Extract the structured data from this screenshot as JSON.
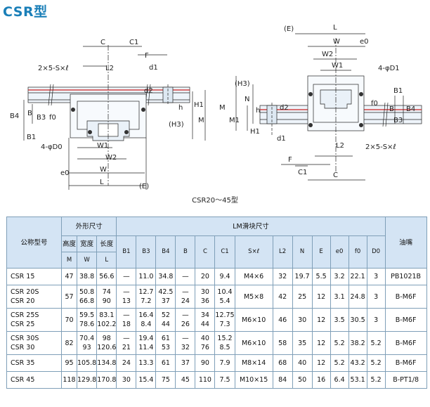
{
  "page": {
    "title": "CSR型",
    "caption": "CSR20～45型"
  },
  "labels": {
    "left_view": {
      "C": "C",
      "C1": "C1",
      "F": "F",
      "B4": "B4",
      "B": "B",
      "B3": "B3",
      "f0": "f0",
      "B1": "B1",
      "d1": "d1",
      "d2": "d2",
      "h": "h",
      "H1": "H1",
      "M": "M",
      "H3": "(H3)",
      "L2": "L2",
      "S": "2×5-S×ℓ",
      "D0": "4-φD0",
      "W1": "W1",
      "W2": "W2",
      "e0": "e0",
      "W": "W",
      "L": "L",
      "E": "(E)",
      "phi": "φ"
    },
    "right_view": {
      "E": "(E)",
      "L": "L",
      "W": "W",
      "e0": "e0",
      "W2": "W2",
      "W1": "W1",
      "D1": "4-φD1",
      "H3": "(H3)",
      "B1": "B1",
      "f0": "f0",
      "B": "B",
      "B4": "B4",
      "B3": "B3",
      "d2": "d2",
      "h": "h",
      "N": "N",
      "M": "M",
      "M1": "M1",
      "H1": "H1",
      "d1": "d1",
      "L2": "L2",
      "S": "2×5-S×ℓ",
      "F": "F",
      "C1": "C1",
      "C": "C",
      "phi": "φ"
    }
  },
  "table": {
    "headers": {
      "model": "公称型号",
      "outer": "外形尺寸",
      "lm": "LM滑块尺寸",
      "oil": "油嘴",
      "height": "高度",
      "width": "宽度",
      "length": "长度",
      "M": "M",
      "W": "W",
      "L": "L",
      "lm_cols": [
        "B1",
        "B3",
        "B4",
        "B",
        "C",
        "C1",
        "S×ℓ",
        "L2",
        "N",
        "E",
        "e0",
        "f0",
        "D0"
      ]
    },
    "rows": [
      {
        "model": [
          "CSR 15"
        ],
        "M": [
          "47"
        ],
        "W": [
          "38.8"
        ],
        "L": [
          "56.6"
        ],
        "B1": [
          "—"
        ],
        "B3": [
          "11.0"
        ],
        "B4": [
          "34.8"
        ],
        "B": [
          "—"
        ],
        "C": [
          "20"
        ],
        "C1": [
          "9.4"
        ],
        "S": [
          "M4×6"
        ],
        "L2": [
          "32"
        ],
        "N": [
          "19.7"
        ],
        "E": [
          "5.5"
        ],
        "e0": [
          "3.2"
        ],
        "f0": [
          "22.1"
        ],
        "D0": [
          "3"
        ],
        "oil": [
          "PB1021B"
        ]
      },
      {
        "model": [
          "CSR 20S",
          "CSR 20"
        ],
        "M": [
          "57"
        ],
        "W": [
          "50.8",
          "66.8"
        ],
        "L": [
          "74",
          "90"
        ],
        "B1": [
          "—",
          "13"
        ],
        "B3": [
          "12.7",
          "7.2"
        ],
        "B4": [
          "42.5",
          "37"
        ],
        "B": [
          "—",
          "24"
        ],
        "C": [
          "30",
          "36"
        ],
        "C1": [
          "10.4",
          "5.4"
        ],
        "S": [
          "M5×8"
        ],
        "L2": [
          "42"
        ],
        "N": [
          "25"
        ],
        "E": [
          "12"
        ],
        "e0": [
          "3.1"
        ],
        "f0": [
          "24.8"
        ],
        "D0": [
          "3"
        ],
        "oil": [
          "B-M6F"
        ]
      },
      {
        "model": [
          "CSR 25S",
          "CSR 25"
        ],
        "M": [
          "70"
        ],
        "W": [
          "59.5",
          "78.6"
        ],
        "L": [
          "83.1",
          "102.2"
        ],
        "B1": [
          "—",
          "18"
        ],
        "B3": [
          "16.4",
          "8.4"
        ],
        "B4": [
          "52",
          "44"
        ],
        "B": [
          "—",
          "26"
        ],
        "C": [
          "34",
          "44"
        ],
        "C1": [
          "12.75",
          "7.3"
        ],
        "S": [
          "M6×10"
        ],
        "L2": [
          "46"
        ],
        "N": [
          "30"
        ],
        "E": [
          "12"
        ],
        "e0": [
          "3.5"
        ],
        "f0": [
          "30.5"
        ],
        "D0": [
          "3"
        ],
        "oil": [
          "B-M6F"
        ]
      },
      {
        "model": [
          "CSR 30S",
          "CSR 30"
        ],
        "M": [
          "82"
        ],
        "W": [
          "70.4",
          "93"
        ],
        "L": [
          "98",
          "120.6"
        ],
        "B1": [
          "—",
          "21"
        ],
        "B3": [
          "19.4",
          "11.4"
        ],
        "B4": [
          "61",
          "53"
        ],
        "B": [
          "—",
          "32"
        ],
        "C": [
          "40",
          "76"
        ],
        "C1": [
          "15.2",
          "8.5"
        ],
        "S": [
          "M6×10"
        ],
        "L2": [
          "58"
        ],
        "N": [
          "35"
        ],
        "E": [
          "12"
        ],
        "e0": [
          "5.2"
        ],
        "f0": [
          "38.2"
        ],
        "D0": [
          "5.2"
        ],
        "oil": [
          "B-M6F"
        ]
      },
      {
        "model": [
          "CSR 35"
        ],
        "M": [
          "95"
        ],
        "W": [
          "105.8"
        ],
        "L": [
          "134.8"
        ],
        "B1": [
          "24"
        ],
        "B3": [
          "13.3"
        ],
        "B4": [
          "61"
        ],
        "B": [
          "37"
        ],
        "C": [
          "90"
        ],
        "C1": [
          "7.9"
        ],
        "S": [
          "M8×14"
        ],
        "L2": [
          "68"
        ],
        "N": [
          "40"
        ],
        "E": [
          "12"
        ],
        "e0": [
          "5.2"
        ],
        "f0": [
          "43.2"
        ],
        "D0": [
          "5.2"
        ],
        "oil": [
          "B-M6F"
        ]
      },
      {
        "model": [
          "CSR 45"
        ],
        "M": [
          "118"
        ],
        "W": [
          "129.8"
        ],
        "L": [
          "170.8"
        ],
        "B1": [
          "30"
        ],
        "B3": [
          "15.4"
        ],
        "B4": [
          "75"
        ],
        "B": [
          "45"
        ],
        "C": [
          "110"
        ],
        "C1": [
          "7.5"
        ],
        "S": [
          "M10×15"
        ],
        "L2": [
          "84"
        ],
        "N": [
          "50"
        ],
        "E": [
          "16"
        ],
        "e0": [
          "6.4"
        ],
        "f0": [
          "53.1"
        ],
        "D0": [
          "5.2"
        ],
        "oil": [
          "B-PT1/8"
        ]
      }
    ]
  }
}
